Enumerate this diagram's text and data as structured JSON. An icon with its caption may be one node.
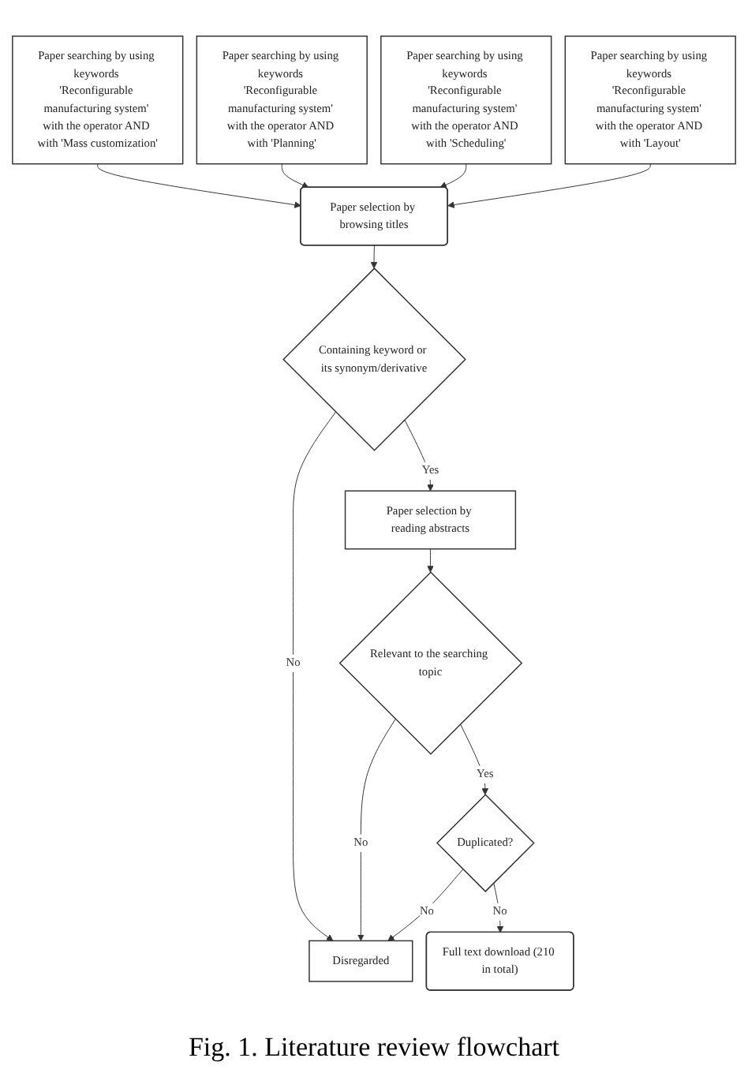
{
  "diagram": {
    "caption": "Fig. 1. Literature review flowchart",
    "nodes": [
      {
        "text": [
          "Paper searching by using keywords 'Reconfigurable manufacturing system' with the operator AND with 'Mass customization'"
        ]
      },
      {
        "text": [
          "Paper searching by using keywords 'Reconfigurable manufacturing system' with the operator AND with 'Planning'"
        ]
      },
      {
        "text": [
          "Paper searching by using keywords 'Reconfigurable manufacturing system' with the operator AND with 'Scheduling'"
        ]
      },
      {
        "text": [
          "Paper searching by using keywords 'Reconfigurable manufacturing system' with the operator AND with 'Layout'"
        ]
      },
      {
        "text": [
          "Paper selection by browsing titles"
        ]
      },
      {
        "text": [
          "Containing keyword or its synonym/derivative"
        ]
      },
      {
        "text": [
          "Paper selection by reading abstracts"
        ]
      },
      {
        "text": [
          "Relevant to the searching topic"
        ]
      },
      {
        "text": [
          "Disregarded"
        ]
      },
      {
        "text": [
          "Duplicated?"
        ]
      },
      {
        "text": [
          "Full text download (210 in total)"
        ]
      }
    ],
    "edges": [
      {
        "from": 0,
        "to": 4,
        "arrow": "to"
      },
      {
        "from": 1,
        "to": 4,
        "arrow": "to"
      },
      {
        "from": 2,
        "to": 4,
        "arrow": "to"
      },
      {
        "from": 3,
        "to": 4,
        "arrow": "to"
      },
      {
        "from": 4,
        "to": 5,
        "arrow": "to"
      },
      {
        "from": 5,
        "to": 6,
        "label": "Yes",
        "arrow": "to"
      },
      {
        "from": 5,
        "to": 8,
        "label": "No",
        "arrow": "to"
      },
      {
        "from": 6,
        "to": 7,
        "arrow": "to"
      },
      {
        "from": 7,
        "to": 8,
        "label": "No",
        "arrow": "to"
      },
      {
        "from": 7,
        "to": 9,
        "label": "Yes",
        "arrow": "to"
      },
      {
        "from": 9,
        "to": 8,
        "label": "No",
        "arrow": "to"
      },
      {
        "from": 9,
        "to": 10,
        "label": "No",
        "arrow": "to"
      }
    ]
  }
}
